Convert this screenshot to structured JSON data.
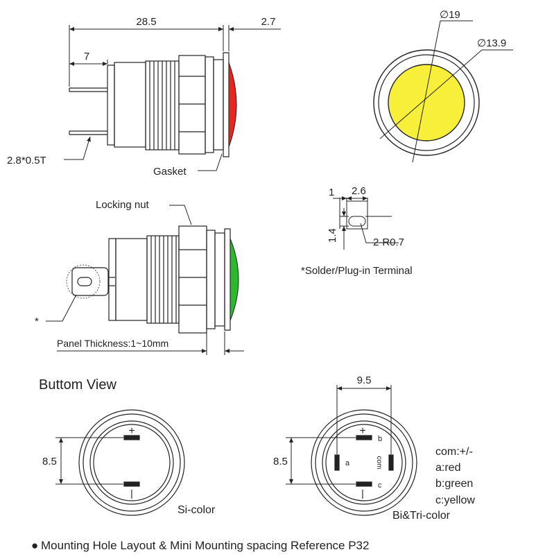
{
  "dimensions": {
    "length": "28.5",
    "head_thickness": "2.7",
    "terminal_length": "7",
    "outer_diameter": "∅19",
    "lens_diameter": "∅13.9",
    "terminal_size": "2.8*0.5T",
    "slot_offset": "1",
    "slot_width": "2.6",
    "slot_height": "1.4",
    "slot_radius": "2-R0.7",
    "terminal_spacing": "9.5",
    "mounting_spacing_si": "8.5",
    "mounting_spacing_bi": "8.5"
  },
  "labels": {
    "gasket": "Gasket",
    "locking_nut": "Locking nut",
    "terminal_note_marker": "*",
    "terminal_note": "*Solder/Plug-in Terminal",
    "panel_thickness": "Panel Thickness:1~10mm",
    "bottom_view_title": "Buttom View",
    "si_color": "Si-color",
    "bi_tri_color": "Bi&Tri-color",
    "plus": "+",
    "minus": "|",
    "mark_b": "b",
    "mark_c": "c",
    "mark_a": "a",
    "mark_com": "com"
  },
  "legend": {
    "com": "com:+/-",
    "a": "a:red",
    "b": "b:green",
    "c": "c:yellow"
  },
  "footer": {
    "bullet": "●",
    "text": "Mounting Hole Layout & Mini Mounting spacing Reference P32"
  },
  "colors": {
    "line": "#222222",
    "red_lens": "#e8251f",
    "green_lens": "#2eb82e",
    "yellow_lens": "#f7ef3a"
  }
}
